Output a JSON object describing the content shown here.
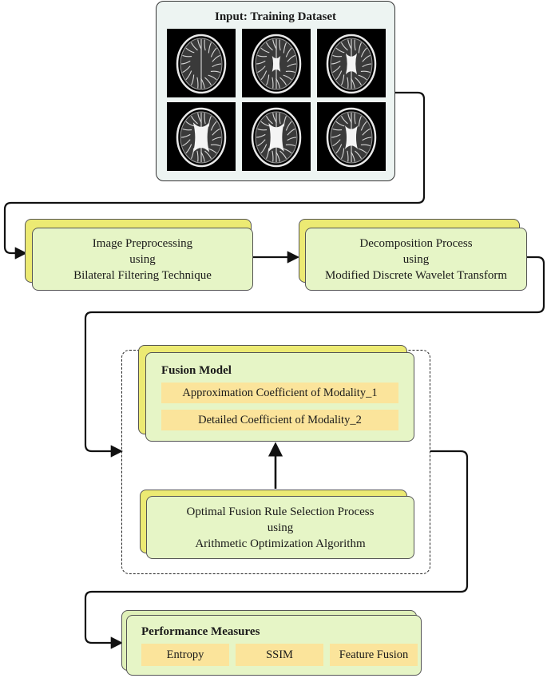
{
  "input": {
    "title": "Input: Training Dataset",
    "scans": [
      {
        "ventricle": 0.0
      },
      {
        "ventricle": 0.25
      },
      {
        "ventricle": 0.45
      },
      {
        "ventricle": 0.8
      },
      {
        "ventricle": 0.75
      },
      {
        "ventricle": 0.55
      }
    ]
  },
  "preprocessing": {
    "line1": "Image Preprocessing",
    "line2": "using",
    "line3": "Bilateral Filtering Technique"
  },
  "decomposition": {
    "line1": "Decomposition Process",
    "line2": "using",
    "line3": "Modified Discrete Wavelet Transform"
  },
  "fusion_model": {
    "title": "Fusion Model",
    "items": [
      "Approximation Coefficient of Modality_1",
      "Detailed Coefficient of Modality_2"
    ]
  },
  "optimal": {
    "line1": "Optimal Fusion Rule Selection Process",
    "line2": "using",
    "line3": "Arithmetic Optimization Algorithm"
  },
  "performance": {
    "title": "Performance Measures",
    "items": [
      "Entropy",
      "SSIM",
      "Feature Fusion"
    ]
  },
  "colors": {
    "card_fill": "#e6f5c6",
    "stack_fill": "#ecea73",
    "chip_fill": "#fbe49b",
    "panel_fill": "#edf4f2"
  }
}
